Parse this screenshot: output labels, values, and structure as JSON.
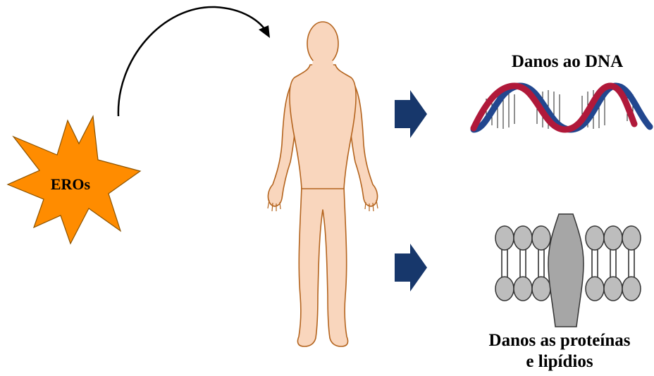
{
  "source_label": "EROs",
  "outcomes": [
    {
      "text": "Danos ao DNA"
    },
    {
      "line1": "Danos as proteínas",
      "line2": "e lipídios"
    }
  ],
  "colors": {
    "starburst": "#ff8c00",
    "body_fill": "#f9d6bd",
    "body_stroke": "#b4641e",
    "arrow": "#17376b",
    "dna_red": "#b0193a",
    "dna_blue": "#22478f",
    "membrane": "#bdbdbd",
    "protein": "#a6a6a6"
  },
  "icons": [
    "starburst-icon",
    "curved-arrow-icon",
    "human-body-icon",
    "block-arrow-icon",
    "dna-helix-icon",
    "membrane-protein-icon"
  ]
}
